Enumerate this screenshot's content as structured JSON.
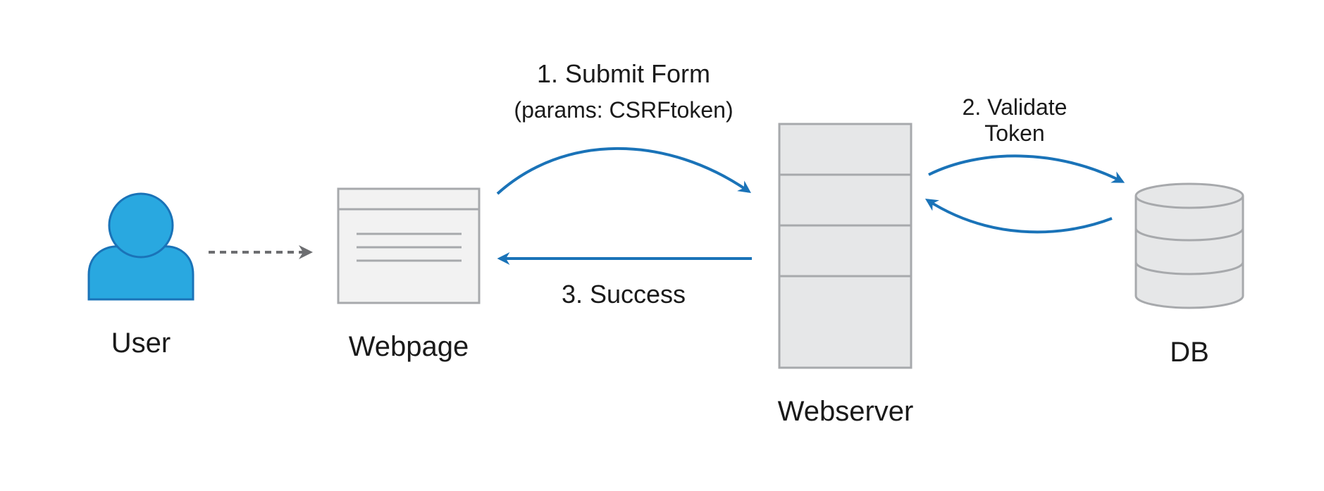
{
  "nodes": {
    "user": "User",
    "webpage": "Webpage",
    "webserver": "Webserver",
    "db": "DB"
  },
  "steps": {
    "submit_form": "1. Submit Form",
    "submit_params": "(params: CSRFtoken)",
    "validate_line1": "2. Validate",
    "validate_line2": "Token",
    "success": "3. Success"
  },
  "colors": {
    "arrow_blue": "#1a73b8",
    "user_fill": "#29a8e0",
    "user_stroke": "#1a73b8",
    "box_fill": "#e6e7e8",
    "box_stroke": "#a7a9ac",
    "dashed_arrow": "#6d6e71"
  }
}
